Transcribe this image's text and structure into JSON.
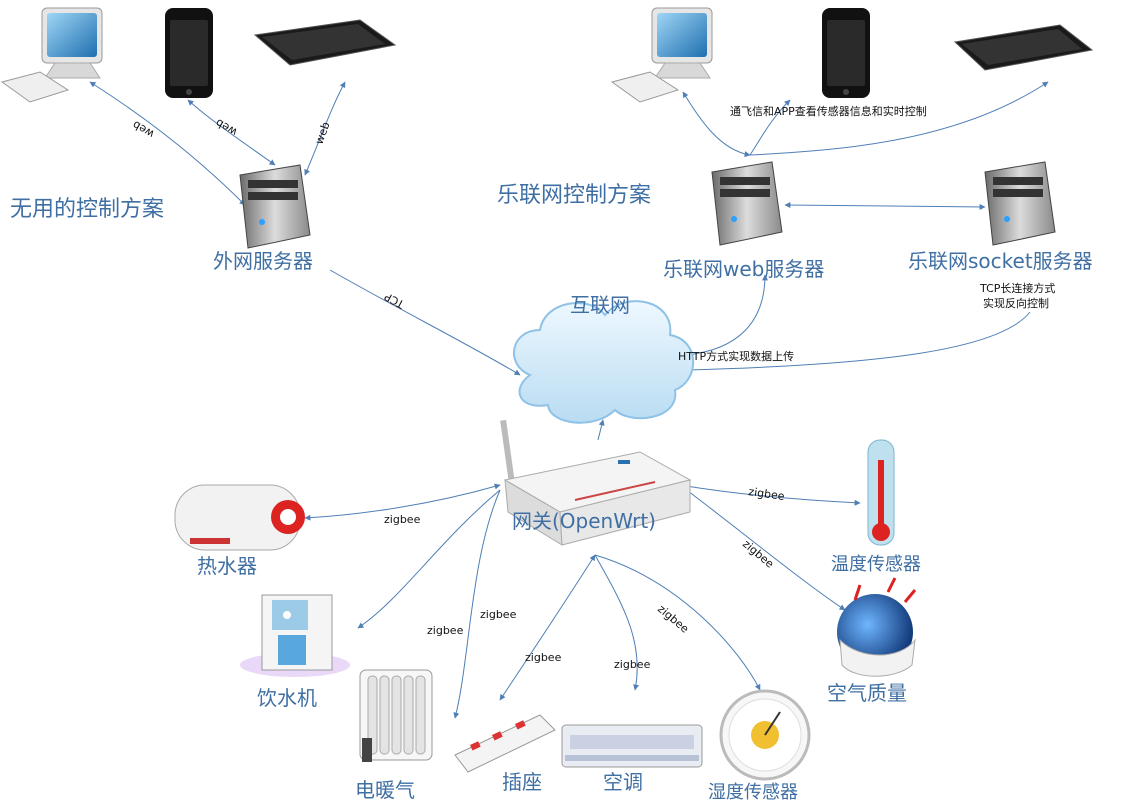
{
  "labels": {
    "left_scheme": "无用的控制方案",
    "right_scheme": "乐联网控制方案",
    "external_server": "外网服务器",
    "web_server": "乐联网web服务器",
    "socket_server": "乐联网socket服务器",
    "internet": "互联网",
    "gateway": "网关(OpenWrt)",
    "water_heater": "热水器",
    "water_dispenser": "饮水机",
    "electric_heater": "电暖气",
    "power_strip": "插座",
    "air_conditioner": "空调",
    "humidity_sensor": "湿度传感器",
    "temperature_sensor": "温度传感器",
    "air_quality": "空气质量"
  },
  "annotations": {
    "feixin_app": "通飞信和APP查看传感器信息和实时控制",
    "http_upload": "HTTP方式实现数据上传",
    "tcp_long_1": "TCP长连接方式",
    "tcp_long_2": "实现反向控制"
  },
  "edge_labels": {
    "web_a": "web",
    "web_b": "web",
    "web_c": "web",
    "tcp": "TCP",
    "zigbee_heater": "zigbee",
    "zigbee_dispenser": "zigbee",
    "zigbee_radiator": "zigbee",
    "zigbee_strip": "zigbee",
    "zigbee_ac": "zigbee",
    "zigbee_humidity": "zigbee",
    "zigbee_temp": "zigbee",
    "zigbee_air": "zigbee"
  },
  "colors": {
    "label_blue": "#3f6fa3",
    "edge_blue": "#4f7fb5",
    "cloud": "#cfe8f7",
    "server": "#3a3a3a"
  }
}
